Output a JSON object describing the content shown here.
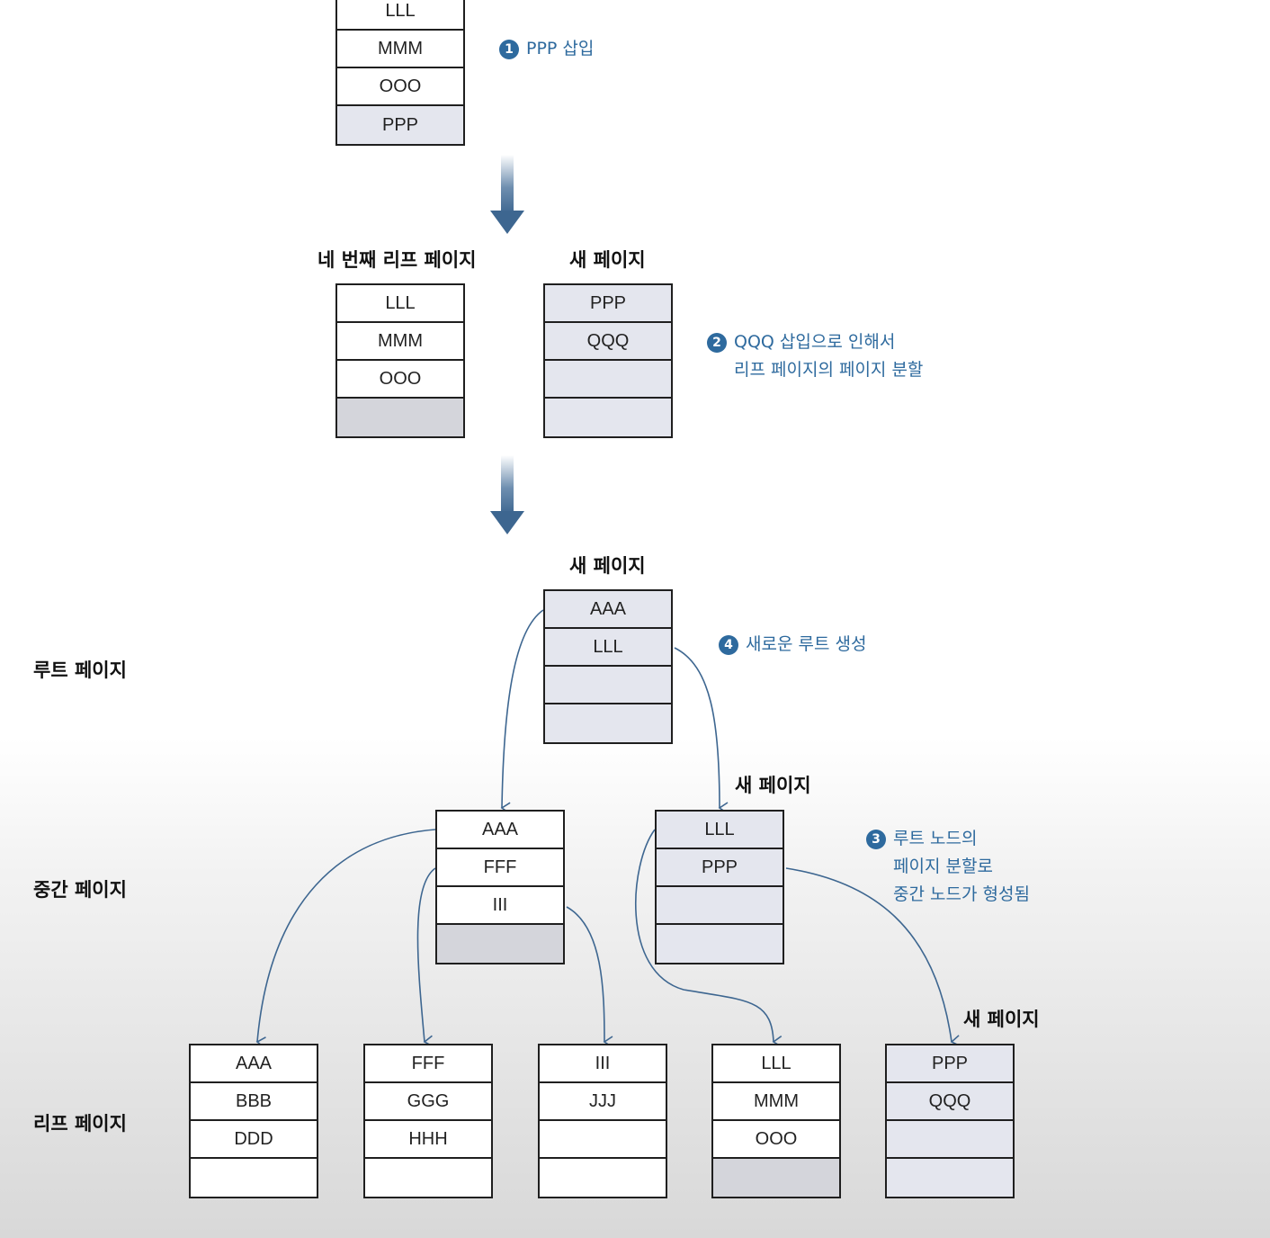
{
  "step1": {
    "page_rows": [
      "LLL",
      "MMM",
      "OOO",
      "PPP"
    ],
    "note": {
      "num": "1",
      "text": "PPP 삽입"
    }
  },
  "step2": {
    "left_label": "네 번째 리프 페이지",
    "left_rows": [
      "LLL",
      "MMM",
      "OOO",
      ""
    ],
    "right_label": "새 페이지",
    "right_rows": [
      "PPP",
      "QQQ",
      "",
      ""
    ],
    "note": {
      "num": "2",
      "line1": "QQQ 삽입으로 인해서",
      "line2": "리프 페이지의 페이지 분할"
    }
  },
  "step3": {
    "levels": {
      "root": "루트 페이지",
      "middle": "중간 페이지",
      "leaf": "리프 페이지"
    },
    "root": {
      "label": "새 페이지",
      "rows": [
        "AAA",
        "LLL",
        "",
        ""
      ]
    },
    "mid_left": {
      "rows": [
        "AAA",
        "FFF",
        "III",
        ""
      ]
    },
    "mid_right": {
      "label": "새 페이지",
      "rows": [
        "LLL",
        "PPP",
        "",
        ""
      ]
    },
    "leaves": [
      {
        "rows": [
          "AAA",
          "BBB",
          "DDD",
          ""
        ]
      },
      {
        "rows": [
          "FFF",
          "GGG",
          "HHH",
          ""
        ]
      },
      {
        "rows": [
          "III",
          "JJJ",
          "",
          ""
        ]
      },
      {
        "rows": [
          "LLL",
          "MMM",
          "OOO",
          ""
        ]
      },
      {
        "label": "새 페이지",
        "rows": [
          "PPP",
          "QQQ",
          "",
          ""
        ]
      }
    ],
    "note3": {
      "num": "3",
      "line1": "루트 노드의",
      "line2": "페이지 분할로",
      "line3": "중간 노드가 형성됨"
    },
    "note4": {
      "num": "4",
      "text": "새로운 루트 생성"
    }
  },
  "colors": {
    "accent": "#2e6a9e",
    "new_page_fill": "#e4e6ee",
    "arrow": "#3d6690"
  }
}
